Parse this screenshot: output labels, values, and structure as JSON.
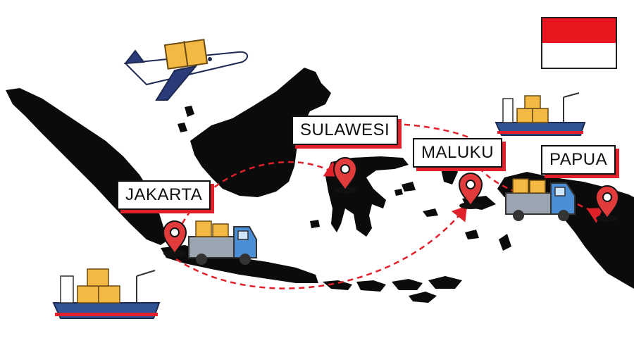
{
  "map": {
    "country": "Indonesia",
    "labels": {
      "jakarta": "JAKARTA",
      "sulawesi": "SULAWESI",
      "maluku": "MALUKU",
      "papua": "PAPUA"
    },
    "colors": {
      "land": "#0b0b0b",
      "route": "#e0202a",
      "pin": "#e23b3b",
      "label_shadow": "#e0202a",
      "flag_red": "#e8171f",
      "flag_white": "#ffffff"
    },
    "icons": [
      "airplane-icon",
      "cargo-ship-icon",
      "delivery-truck-icon",
      "location-pin-icon",
      "indonesia-flag-icon"
    ]
  }
}
